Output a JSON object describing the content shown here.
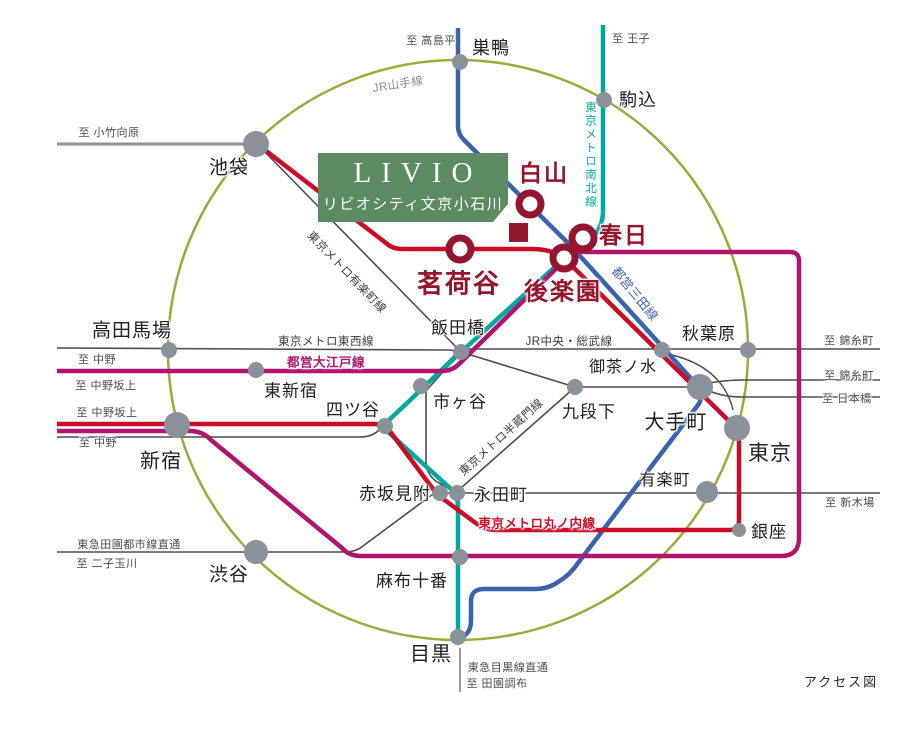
{
  "logo": {
    "name": "LIVIO",
    "subtitle": "リビオシティ文京小石川"
  },
  "caption": "アクセス図",
  "colors": {
    "station_dot": "#89919a",
    "highlight": "#96152e",
    "logo_green": "#5c8a61",
    "thin_line": "#4d4d4d",
    "medium_gray": "#8f8f8f",
    "tail_gray": "#999999"
  },
  "lines": {
    "yamanote": {
      "name": "JR山手線",
      "color": "#9caa39"
    },
    "namboku": {
      "name": "東京メトロ南北線",
      "color": "#00a99e"
    },
    "mita": {
      "name": "都営三田線",
      "color": "#3a62ae"
    },
    "marunouchi": {
      "name": "東京メトロ丸ノ内線",
      "color": "#cb0c26"
    },
    "oedo": {
      "name": "都営大江戸線",
      "color": "#b0146f"
    },
    "yurakucho": {
      "name": "東京メトロ有楽町線",
      "color": "#4d4d4d"
    },
    "tozai": {
      "name": "東京メトロ東西線",
      "color": "#4d4d4d"
    },
    "chuosobu": {
      "name": "JR中央・総武線",
      "color": "#4d4d4d"
    },
    "hanzomon": {
      "name": "東京メトロ半蔵門線",
      "color": "#4d4d4d"
    }
  },
  "stations": {
    "sugamo": "巣鴨",
    "komagome": "駒込",
    "ikebukuro": "池袋",
    "takadanobaba": "高田馬場",
    "higashishinjuku": "東新宿",
    "shinjuku": "新宿",
    "yotsuya": "四ツ谷",
    "ichigaya": "市ヶ谷",
    "iidabashi": "飯田橋",
    "ochanomizu": "御茶ノ水",
    "akihabara": "秋葉原",
    "kudanshita": "九段下",
    "otemachi": "大手町",
    "tokyo": "東京",
    "yurakucho": "有楽町",
    "ginza": "銀座",
    "akasakamitsuke": "赤坂見附",
    "nagatacho": "永田町",
    "azabujuban": "麻布十番",
    "shibuya": "渋谷",
    "meguro": "目黒"
  },
  "highlights": {
    "hakusan": "白山",
    "kasuga": "春日",
    "myogadani": "茗荷谷",
    "korakuen": "後楽園"
  },
  "edges": {
    "takashimadaira": "至 高島平",
    "oji": "至 王子",
    "kotakemukaihara": "至 小竹向原",
    "nakano_tozai": "至 中野",
    "nakanosakaue_oedo": "至 中野坂上",
    "nakanosakaue_marunouchi": "至 中野坂上",
    "nakano_chuo": "至 中野",
    "denentoshi": "東急田園都市線直通",
    "futakotamagawa": "至 二子玉川",
    "kinshicho_sobu": "至 錦糸町",
    "kinshicho_hanzomon": "至 錦糸町",
    "nihombashi": "至 日本橋",
    "shinkiba": "至 新木場",
    "meguro_through": "東急目黒線直通",
    "denenchofu": "至 田園調布"
  }
}
